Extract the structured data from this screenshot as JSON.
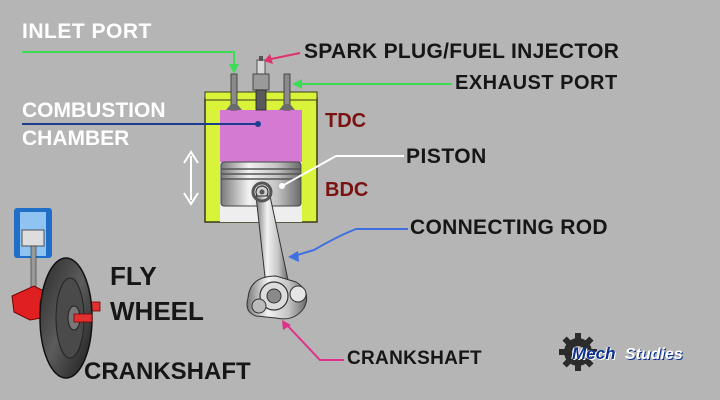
{
  "labels": {
    "inlet_port": "INLET PORT",
    "spark_plug": "SPARK PLUG/FUEL INJECTOR",
    "exhaust_port": "EXHAUST PORT",
    "combustion_line1": "COMBUSTION",
    "combustion_line2": "CHAMBER",
    "tdc": "TDC",
    "bdc": "BDC",
    "piston": "PISTON",
    "connecting_rod": "CONNECTING ROD",
    "fly_line1": "FLY",
    "fly_line2": "WHEEL",
    "crankshaft_large": "CRANKSHAFT",
    "crankshaft_small": "CRANKSHAFT"
  },
  "logo": {
    "mech": "Mech",
    "studies": "Studies"
  },
  "colors": {
    "background": "#b5b5b5",
    "cylinder_wall": "#d9f23a",
    "combustion_chamber": "#d57ad3",
    "inlet_leader": "#3ddc57",
    "exhaust_leader": "#3ddc57",
    "spark_leader": "#e0306e",
    "crankshaft_leader": "#e0308a",
    "rod_leader": "#3f6fe0",
    "piston_leader": "#ffffff",
    "combustion_leader": "#1b3e8f",
    "tdc_bdc_text": "#7a1212",
    "logo_blue": "#0a2f8c"
  },
  "icons": {
    "stroke_arrow": "double-headed-arrow-icon",
    "logo_gear": "gear-icon"
  }
}
